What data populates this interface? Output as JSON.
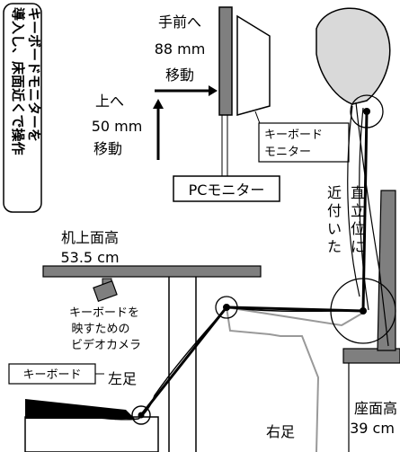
{
  "labels": {
    "rotated_title": [
      "キーボードモニターを",
      "導入し、床面近くで操作"
    ],
    "forward": [
      "手前へ",
      "88 mm",
      "移動"
    ],
    "up": [
      "上へ",
      "50 mm",
      "移動"
    ],
    "keyboard_monitor": [
      "キーボード",
      "モニター"
    ],
    "pc_monitor": "PCモニター",
    "posture": [
      "直立位に",
      "近付いた"
    ],
    "desk_height": [
      "机上面高",
      "53.5 cm"
    ],
    "camera": [
      "キーボードを",
      "映すための",
      "ビデオカメラ"
    ],
    "keyboard": "キーボード",
    "left_foot": "左足",
    "right_foot": "右足",
    "seat_height": [
      "座面高",
      "39 cm"
    ]
  }
}
